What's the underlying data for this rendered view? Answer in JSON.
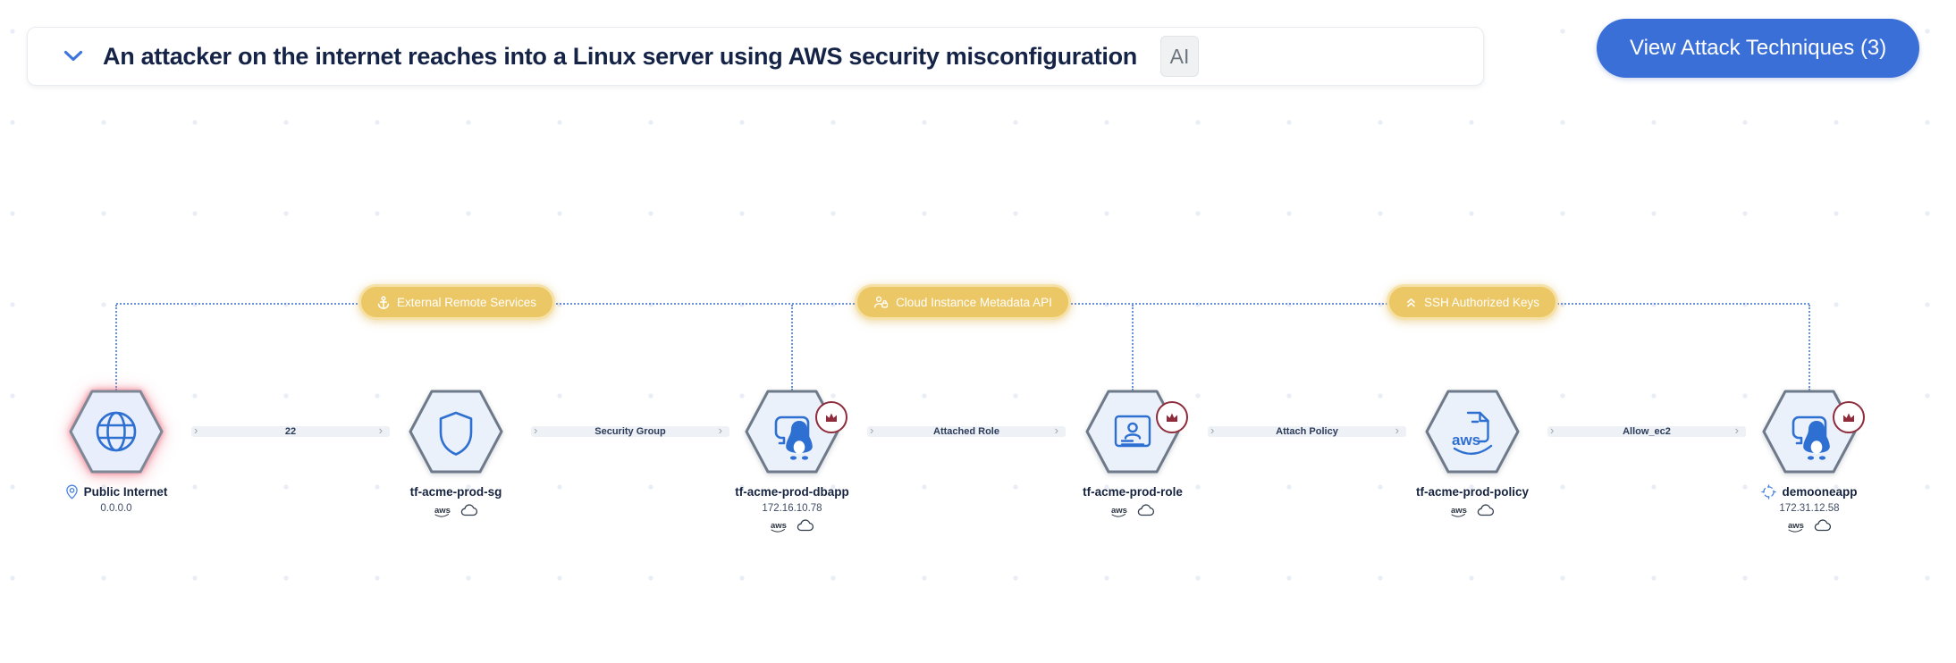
{
  "header": {
    "title": "An attacker on the internet reaches into a Linux server using AWS security misconfiguration",
    "ai_badge_label": "AI"
  },
  "toolbar": {
    "view_attack_techniques_label": "View Attack Techniques (3)",
    "attack_techniques_count": 3
  },
  "attack_path": {
    "techniques": [
      {
        "label": "External Remote Services",
        "icon": "anchor-icon"
      },
      {
        "label": "Cloud Instance Metadata API",
        "icon": "user-lock-icon"
      },
      {
        "label": "SSH Authorized Keys",
        "icon": "chevrons-up-icon"
      }
    ],
    "nodes": [
      {
        "name": "Public Internet",
        "sublabel": "0.0.0.0",
        "icon": "globe-icon",
        "name_icon": "pin-icon",
        "crown": false,
        "providers": []
      },
      {
        "name": "tf-acme-prod-sg",
        "icon": "shield-icon",
        "crown": false,
        "providers": [
          "aws-icon",
          "cloud-icon"
        ]
      },
      {
        "name": "tf-acme-prod-dbapp",
        "sublabel": "172.16.10.78",
        "icon": "linux-server-icon",
        "crown": true,
        "providers": [
          "aws-icon",
          "cloud-icon"
        ]
      },
      {
        "name": "tf-acme-prod-role",
        "icon": "iam-role-card-icon",
        "crown": true,
        "providers": [
          "aws-icon",
          "cloud-icon"
        ]
      },
      {
        "name": "tf-acme-prod-policy",
        "icon": "aws-policy-document-icon",
        "crown": false,
        "providers": [
          "aws-icon",
          "cloud-icon"
        ]
      },
      {
        "name": "demooneapp",
        "sublabel": "172.31.12.58",
        "icon": "linux-server-icon",
        "name_icon": "crosshair-icon",
        "crown": true,
        "providers": [
          "aws-icon",
          "cloud-icon"
        ]
      }
    ],
    "edges": [
      {
        "label": "22"
      },
      {
        "label": "Security Group"
      },
      {
        "label": "Attached Role"
      },
      {
        "label": "Attach Policy"
      },
      {
        "label": "Allow_ec2"
      }
    ]
  },
  "icons": {
    "aws_logo_text": "aws"
  },
  "colors": {
    "accent_blue": "#3a6fd8",
    "technique_yellow": "#ecc766",
    "crown_maroon": "#8e2c3c",
    "node_icon_blue": "#2e6fd2",
    "title_navy": "#152347",
    "dotted_line_blue": "#4d7ed8",
    "source_glow_red": "#ec5d70"
  }
}
